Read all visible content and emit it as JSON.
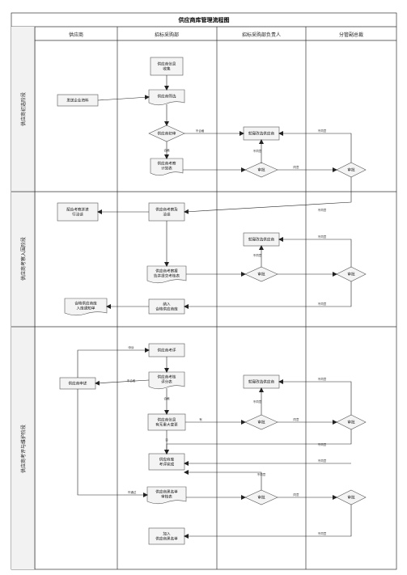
{
  "title": "供应商库管理流程图",
  "columns": [
    "供应商",
    "招标采购部",
    "招标采购部负责人",
    "分管副总裁"
  ],
  "stages": [
    "供应商初选阶段",
    "供应商考察入围阶段",
    "供应商考评与维护阶段"
  ],
  "nodes": {
    "s1_collect": [
      "供应商信息",
      "收集"
    ],
    "s1_send": [
      "发送企业资料"
    ],
    "s1_screen": [
      "供应商筛选"
    ],
    "s1_prelim": [
      "供应商初审"
    ],
    "s1_plan": [
      "供应商考察",
      "计划表"
    ],
    "s1_reselect": [
      "就寝改选供应商"
    ],
    "s1_review": [
      "审批"
    ],
    "s1_vp": [
      "审批"
    ],
    "s2_assist": [
      "配合考察并进",
      "行洽谈"
    ],
    "s2_inspect": [
      "供应商考察及",
      "洽谈"
    ],
    "s2_reselect": [
      "就寝改选供应商"
    ],
    "s2_report": [
      "供应商考察报",
      "告并提交考核表"
    ],
    "s2_review": [
      "审批"
    ],
    "s2_vp": [
      "审批"
    ],
    "s2_notice": [
      "合格供应商库",
      "入库通知单"
    ],
    "s2_enter": [
      "纳入",
      "合格供应商库"
    ],
    "s3_evaluate": [
      "供应商考评"
    ],
    "s3_score": [
      "供应商考核",
      "评分表"
    ],
    "s3_apply": [
      "供应商申述"
    ],
    "s3_change": [
      "供应商信息",
      "有无重大变更"
    ],
    "s3_reselect": [
      "就寝改选供应商"
    ],
    "s3_review": [
      "审批"
    ],
    "s3_vp": [
      "审批"
    ],
    "s3_done": [
      "供应商库",
      "考评完成"
    ],
    "s3_blacklist": [
      "供应商黑名单",
      "审核表"
    ],
    "s3_review2": [
      "审批"
    ],
    "s3_vp2": [
      "审批"
    ],
    "s3_add": [
      "加入",
      "供应商黑名单"
    ]
  },
  "labels": {
    "fail": "不合格",
    "pass": "合格",
    "pass_alt": "通过",
    "not_agree": "不同意",
    "agree": "同意",
    "no": "否",
    "yes": "有",
    "appeal": "申诉",
    "not_pass": "不通过"
  }
}
